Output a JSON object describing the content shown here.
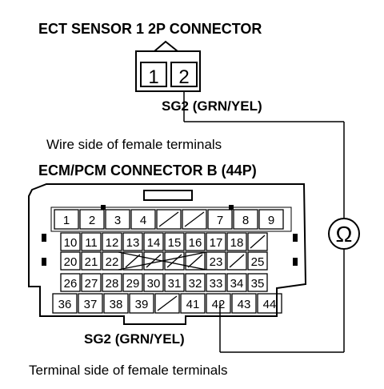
{
  "labels": {
    "ect_connector_title": "ECT SENSOR 1 2P CONNECTOR",
    "sg2_top": "SG2 (GRN/YEL)",
    "wire_side": "Wire side of female terminals",
    "ecm_connector_title": "ECM/PCM CONNECTOR B (44P)",
    "sg2_bottom": "SG2 (GRN/YEL)",
    "terminal_side": "Terminal side of female terminals",
    "ohm_symbol": "Ω"
  },
  "ect_pins": [
    "1",
    "2"
  ],
  "ecm_rows": [
    [
      "1",
      "2",
      "3",
      "4",
      "",
      "",
      "7",
      "8",
      "9"
    ],
    [
      "10",
      "11",
      "12",
      "13",
      "14",
      "15",
      "16",
      "17",
      "18",
      ""
    ],
    [
      "20",
      "21",
      "22",
      "",
      "",
      "",
      "",
      "23",
      "",
      "25"
    ],
    [
      "26",
      "27",
      "28",
      "29",
      "30",
      "31",
      "32",
      "33",
      "34",
      "35"
    ],
    [
      "36",
      "37",
      "38",
      "39",
      "",
      "41",
      "42",
      "43",
      "44"
    ]
  ]
}
